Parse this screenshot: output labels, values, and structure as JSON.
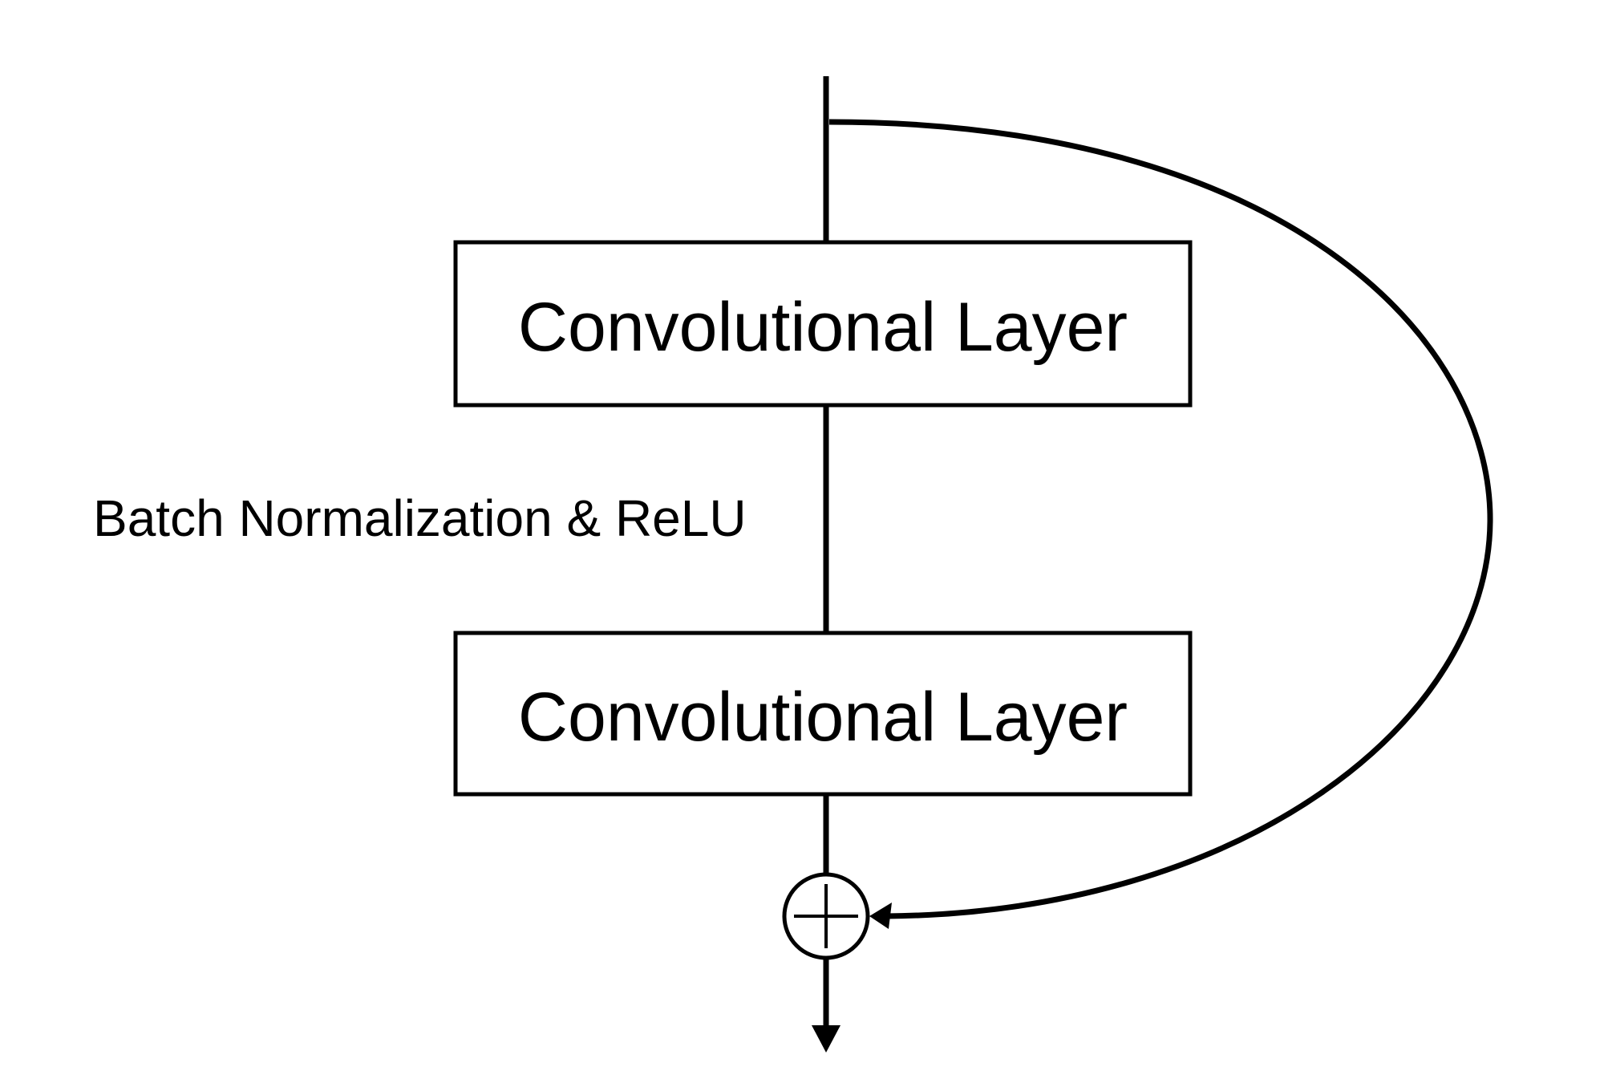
{
  "diagram": {
    "title": "Residual block",
    "layers": [
      {
        "label": "Convolutional Layer"
      },
      {
        "label": "Convolutional Layer"
      }
    ],
    "between_label": "Batch Normalization & ReLU",
    "merge_op": {
      "symbol": "+",
      "meaning": "element-wise addition"
    },
    "skip_connection": "identity shortcut from input to addition",
    "colors": {
      "stroke": "#000000",
      "background": "#ffffff",
      "text": "#000000"
    }
  }
}
